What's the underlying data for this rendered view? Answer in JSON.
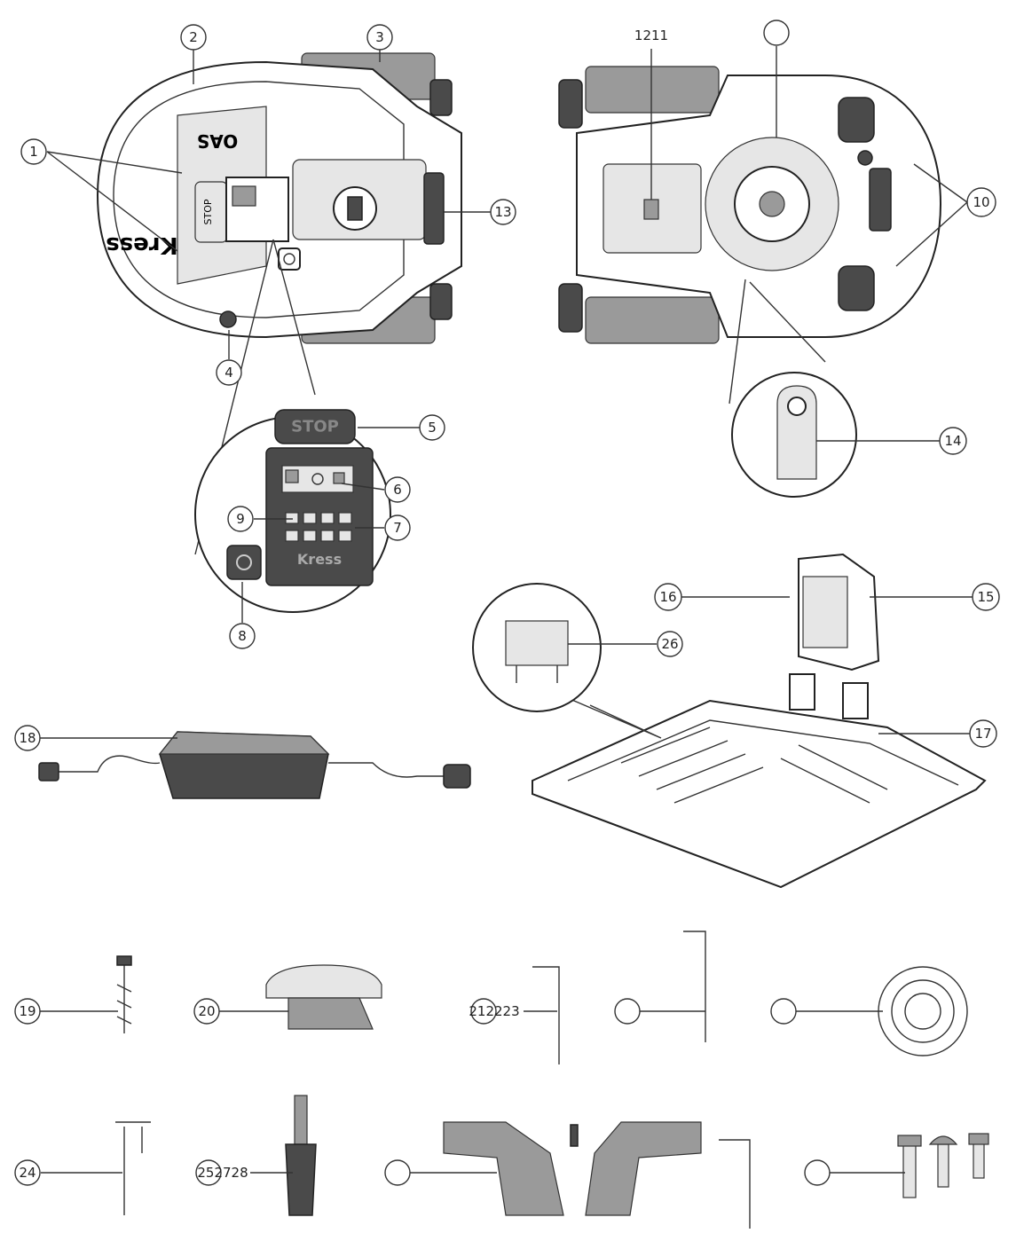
{
  "callouts": {
    "c1": "1",
    "c2": "2",
    "c3": "3",
    "c4": "4",
    "c5": "5",
    "c6": "6",
    "c7": "7",
    "c8": "8",
    "c9": "9",
    "c10": "10",
    "c1211": "1211",
    "c13": "13",
    "c14": "14",
    "c15": "15",
    "c16": "16",
    "c17": "17",
    "c18": "18",
    "c19": "19",
    "c20": "20",
    "c212223": "212223",
    "c24": "24",
    "c252728": "252728",
    "c26": "26"
  },
  "mower": {
    "brand": "Kress",
    "stop_button": "STOP",
    "top_label": "OAS"
  },
  "colors": {
    "line": "#333333",
    "dark_part": "#4a4a4a",
    "mid_part": "#9a9a9a",
    "light_part": "#e6e6e6"
  }
}
